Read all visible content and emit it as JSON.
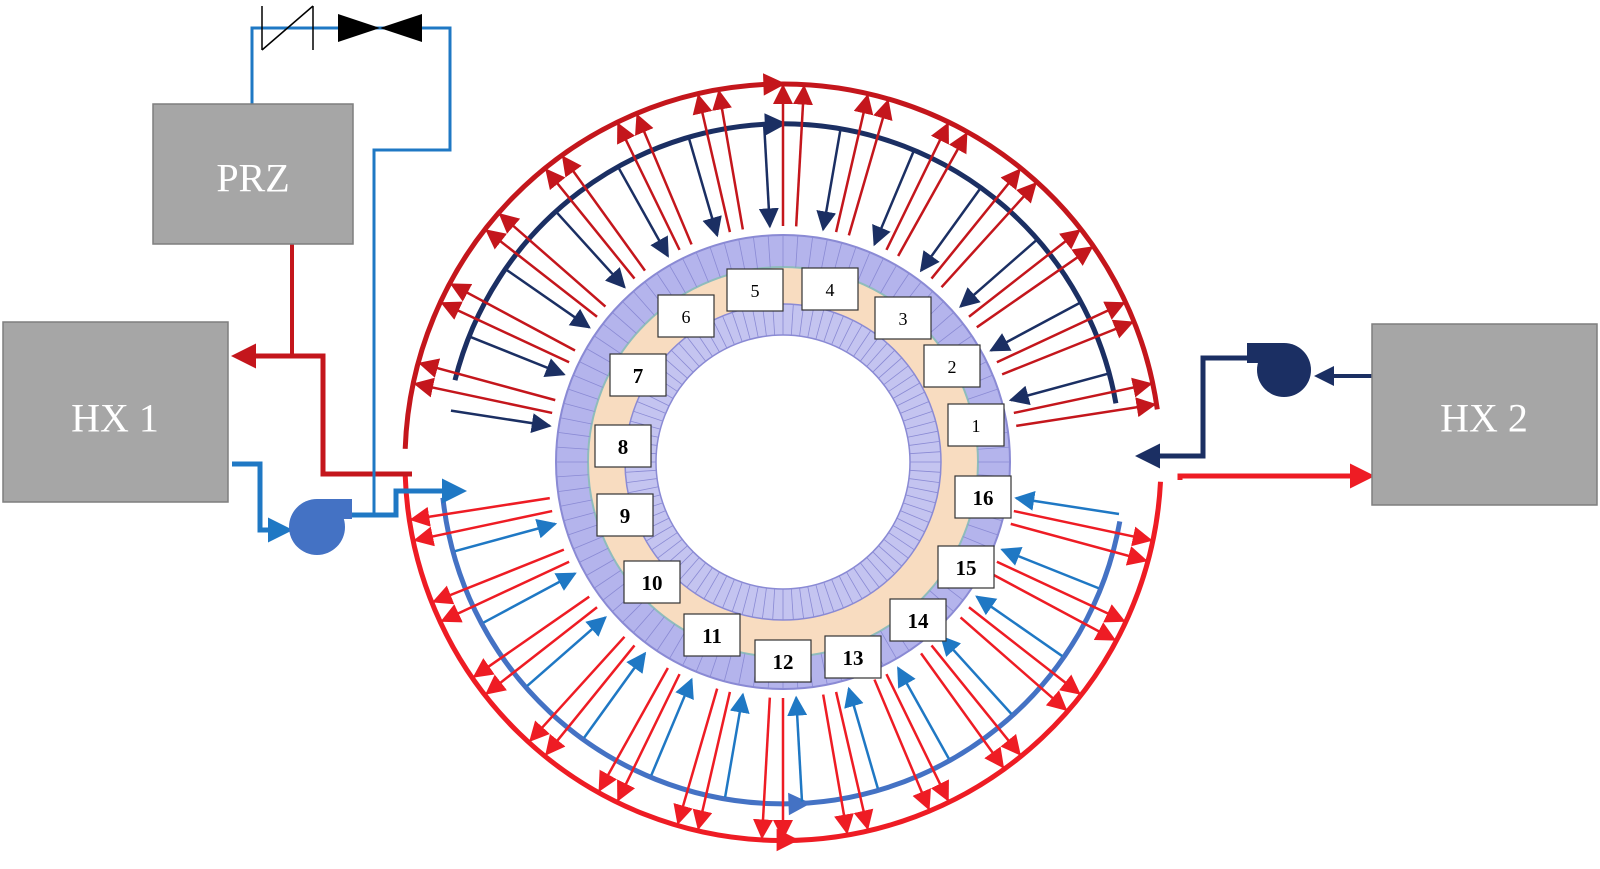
{
  "components": {
    "prz": {
      "label": "PRZ"
    },
    "hx1": {
      "label": "HX 1"
    },
    "hx2": {
      "label": "HX 2"
    }
  },
  "segments": [
    {
      "label": "1",
      "bold": false
    },
    {
      "label": "2",
      "bold": false
    },
    {
      "label": "3",
      "bold": false
    },
    {
      "label": "4",
      "bold": false
    },
    {
      "label": "5",
      "bold": false
    },
    {
      "label": "6",
      "bold": false
    },
    {
      "label": "7",
      "bold": true
    },
    {
      "label": "8",
      "bold": true
    },
    {
      "label": "9",
      "bold": true
    },
    {
      "label": "10",
      "bold": true
    },
    {
      "label": "11",
      "bold": true
    },
    {
      "label": "12",
      "bold": true
    },
    {
      "label": "13",
      "bold": true
    },
    {
      "label": "14",
      "bold": true
    },
    {
      "label": "15",
      "bold": true
    },
    {
      "label": "16",
      "bold": true
    }
  ],
  "colors": {
    "loop1_hot": "#c4161c",
    "loop1_cold": "#1b2f63",
    "loop2_hot": "#ee1c24",
    "loop2_cold": "#1f78c4",
    "loop2_cold_header": "#4472c4",
    "pipe_line": "#1f78c4",
    "component_box": "#a6a6a6",
    "pump_1": "#4472c4",
    "pump_2": "#1b2f63",
    "ring_outer": "#b4b4ec",
    "ring_middle": "#f8dcc0",
    "ring_inner": "#c4c4f0"
  },
  "icons": {
    "valve": "gate-valve-icon",
    "check_valve": "check-valve-icon",
    "pump_1": "pump-icon",
    "pump_2": "pump-icon"
  }
}
